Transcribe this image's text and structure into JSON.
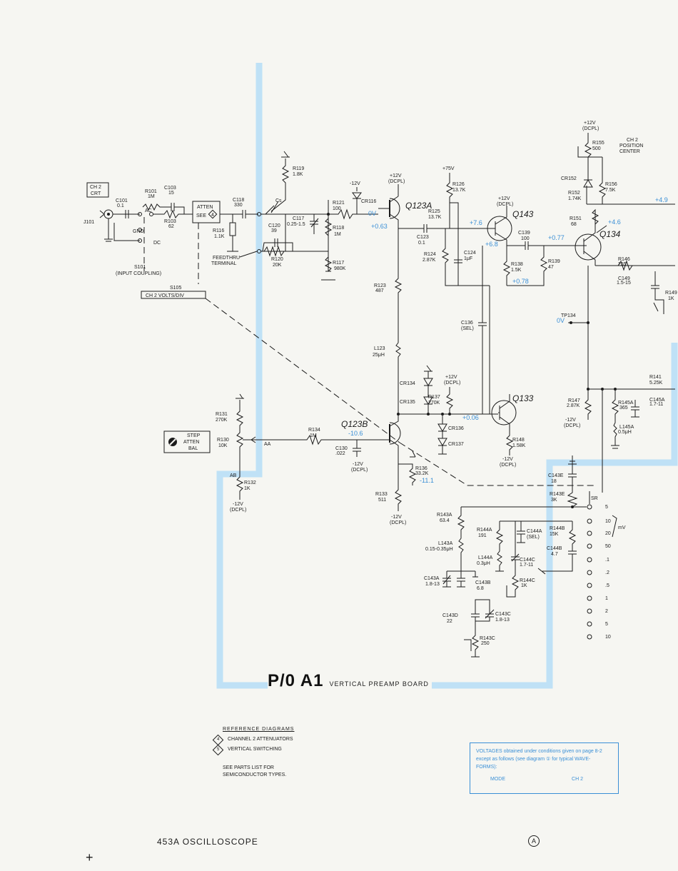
{
  "board": {
    "id": "P/0 A1",
    "name": "VERTICAL PREAMP BOARD"
  },
  "footer": {
    "title": "453A OSCILLOSCOPE",
    "revision": "A"
  },
  "reference": {
    "heading": "REFERENCE DIAGRAMS",
    "items": [
      {
        "num": "4",
        "label": "CHANNEL 2 ATTENUATORS"
      },
      {
        "num": "5",
        "label": "VERTICAL SWITCHING"
      }
    ],
    "parts_note_1": "SEE PARTS LIST FOR",
    "parts_note_2": "SEMICONDUCTOR TYPES."
  },
  "voltage_note": {
    "line1": "VOLTAGES obtained under conditions given on page 8-2",
    "line2": "except as follows (see diagram ① for typical WAVE-",
    "line3": "FORMS):",
    "col_mode": "MODE",
    "col_ch": "CH 2"
  },
  "labels": {
    "ch2_crt": "CH 2 CRT",
    "input_coupling_1": "S101",
    "input_coupling_2": "(INPUT COUPLING)",
    "s105_1": "S105",
    "s105_2": "CH 2 VOLTS/DIV",
    "atten_1": "ATTEN",
    "atten_2": "SEE",
    "atten_num": "4",
    "feedthru_1": "FEEDTHRU",
    "feedthru_2": "TERMINAL",
    "step_1": "STEP",
    "step_2": "ATTEN",
    "step_3": "BAL",
    "pos_1": "CH 2",
    "pos_2": "POSITION",
    "pos_3": "CENTER",
    "j101": "J101",
    "ac": "AC",
    "gnd": "GND",
    "dc": "DC",
    "tp134": "TP134",
    "mv": "mV",
    "cs": "Cs"
  },
  "transistors": [
    "Q123A",
    "Q143",
    "Q134",
    "Q133",
    "Q123B"
  ],
  "components": [
    "R101 1M",
    "C101 0.1",
    "C103 15",
    "R103 62",
    "C118 330",
    "R116 1.1K",
    "C117 0.25-1.5",
    "C120 39",
    "R120 20K",
    "R119 1.8K",
    "R121 100",
    "R118 1M",
    "R117 980K",
    "CR116",
    "R126 13.7K",
    "R125 13.7K",
    "C123 0.1",
    "R124 2.87K",
    "C124 1μF",
    "R123 487",
    "L123 25μH",
    "C139 100",
    "R138 1.5K",
    "R139 47",
    "C136 (SEL)",
    "R137 270K",
    "R148 1.58K",
    "CR134",
    "CR135",
    "CR136",
    "CR137",
    "R134 1M",
    "C130 .022",
    "R136 33.2K",
    "R133 511",
    "R131 270K",
    "R130 10K",
    "R132 1K",
    "R155 500",
    "CR152",
    "R152 1.74K",
    "R156 7.5K",
    "R151 68",
    "R146 255",
    "C149 1.5-15",
    "R149 1K",
    "R141 5.25K",
    "C145A 1.7-11",
    "R147 2.87K",
    "R145A 365",
    "L145A 0.5μH",
    "C143E 18",
    "R143E 3K",
    "R143A 63.4",
    "L143A 0.15-0.35μH",
    "C143A 1.8-13",
    "C143B 6.8",
    "C143D 22",
    "C143C 1.8-13",
    "R143C 250",
    "R144A 191",
    "C144A (SEL)",
    "L144A 0.3μH",
    "C144C 1.7-11",
    "R144C 1K",
    "R144B 15K",
    "C144B 4.7"
  ],
  "voltages": [
    "0V",
    "+0.63",
    "+7.6",
    "+6.8",
    "+0.78",
    "+0.77",
    "+4.6",
    "+4.9",
    "0V",
    "+0.06",
    "-10.6",
    "-11.1"
  ],
  "rails": [
    "+12V (DCPL)",
    "-12V",
    "+75V",
    "+12V (DCPL)",
    "-12V (DCPL)",
    "+12V (DCPL)",
    "-12V (DCPL)"
  ],
  "switch_positions": [
    "5",
    "10",
    "20",
    "50",
    ".1",
    ".2",
    ".5",
    "1",
    "2",
    "5",
    "10"
  ],
  "colors": {
    "highlight": "#bfe1f6",
    "ink": "#1c1c1c",
    "voltage": "#3a8fd6",
    "paper": "#f6f6f2"
  }
}
